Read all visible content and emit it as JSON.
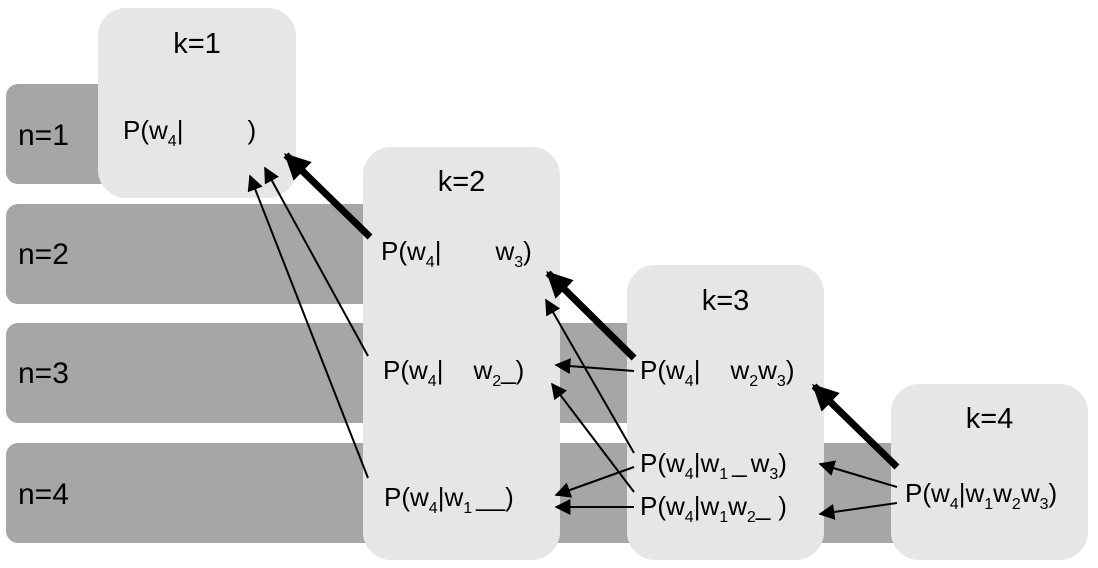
{
  "colors": {
    "band": "#a6a6a6",
    "box": "#e6e6e6",
    "arrow": "#000000"
  },
  "bands": [
    {
      "label": "n=1"
    },
    {
      "label": "n=2"
    },
    {
      "label": "n=3"
    },
    {
      "label": "n=4"
    }
  ],
  "boxes": [
    {
      "label": "k=1"
    },
    {
      "label": "k=2"
    },
    {
      "label": "k=3"
    },
    {
      "label": "k=4"
    }
  ],
  "text": {
    "P": "P(w",
    "four": "4",
    "bar": "|",
    "w": "w",
    "one": "1",
    "two": "2",
    "three": "3",
    "blank": "_",
    "close": ")"
  }
}
